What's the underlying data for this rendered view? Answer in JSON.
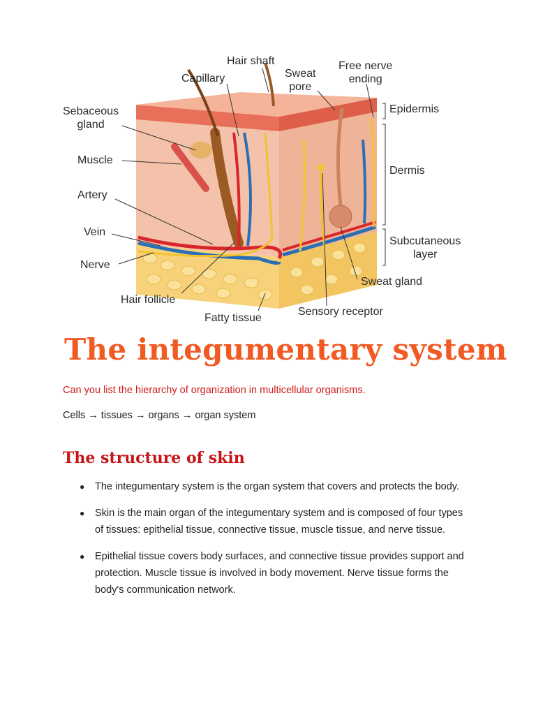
{
  "diagram": {
    "labels": {
      "hair_shaft": "Hair shaft",
      "capillary": "Capillary",
      "sweat_pore": "Sweat\npore",
      "free_nerve_ending": "Free nerve\nending",
      "epidermis": "Epidermis",
      "sebaceous_gland": "Sebaceous\ngland",
      "dermis": "Dermis",
      "muscle": "Muscle",
      "artery": "Artery",
      "vein": "Vein",
      "subcutaneous_layer": "Subcutaneous\nlayer",
      "nerve": "Nerve",
      "sweat_gland": "Sweat gland",
      "hair_follicle": "Hair follicle",
      "sensory_receptor": "Sensory receptor",
      "fatty_tissue": "Fatty tissue"
    },
    "colors": {
      "epidermis": "#e8705a",
      "dermis": "#f2b9a0",
      "fat": "#f7d27a",
      "artery": "#d9262b",
      "vein": "#2a6fb5",
      "nerve": "#f2c230",
      "hair": "#9a5a24"
    }
  },
  "title": "The integumentary system",
  "question": "Can you list the hierarchy of organization in multicellular organisms.",
  "answer": "Cells → tissues → organs → organ system",
  "subheading": "The structure of skin",
  "bullets": [
    "The integumentary system is the organ system that covers and protects the body.",
    " Skin is the main organ of the integumentary system and is composed of four types of tissues: epithelial tissue, connective tissue, muscle tissue, and nerve tissue.",
    " Epithelial tissue covers body surfaces, and connective tissue provides support and protection. Muscle tissue is involved in body movement. Nerve tissue forms the body's communication network."
  ],
  "bullet_glyph": "●",
  "colors": {
    "title": "#f15a22",
    "question": "#d11a1a",
    "subheading": "#c41616"
  }
}
